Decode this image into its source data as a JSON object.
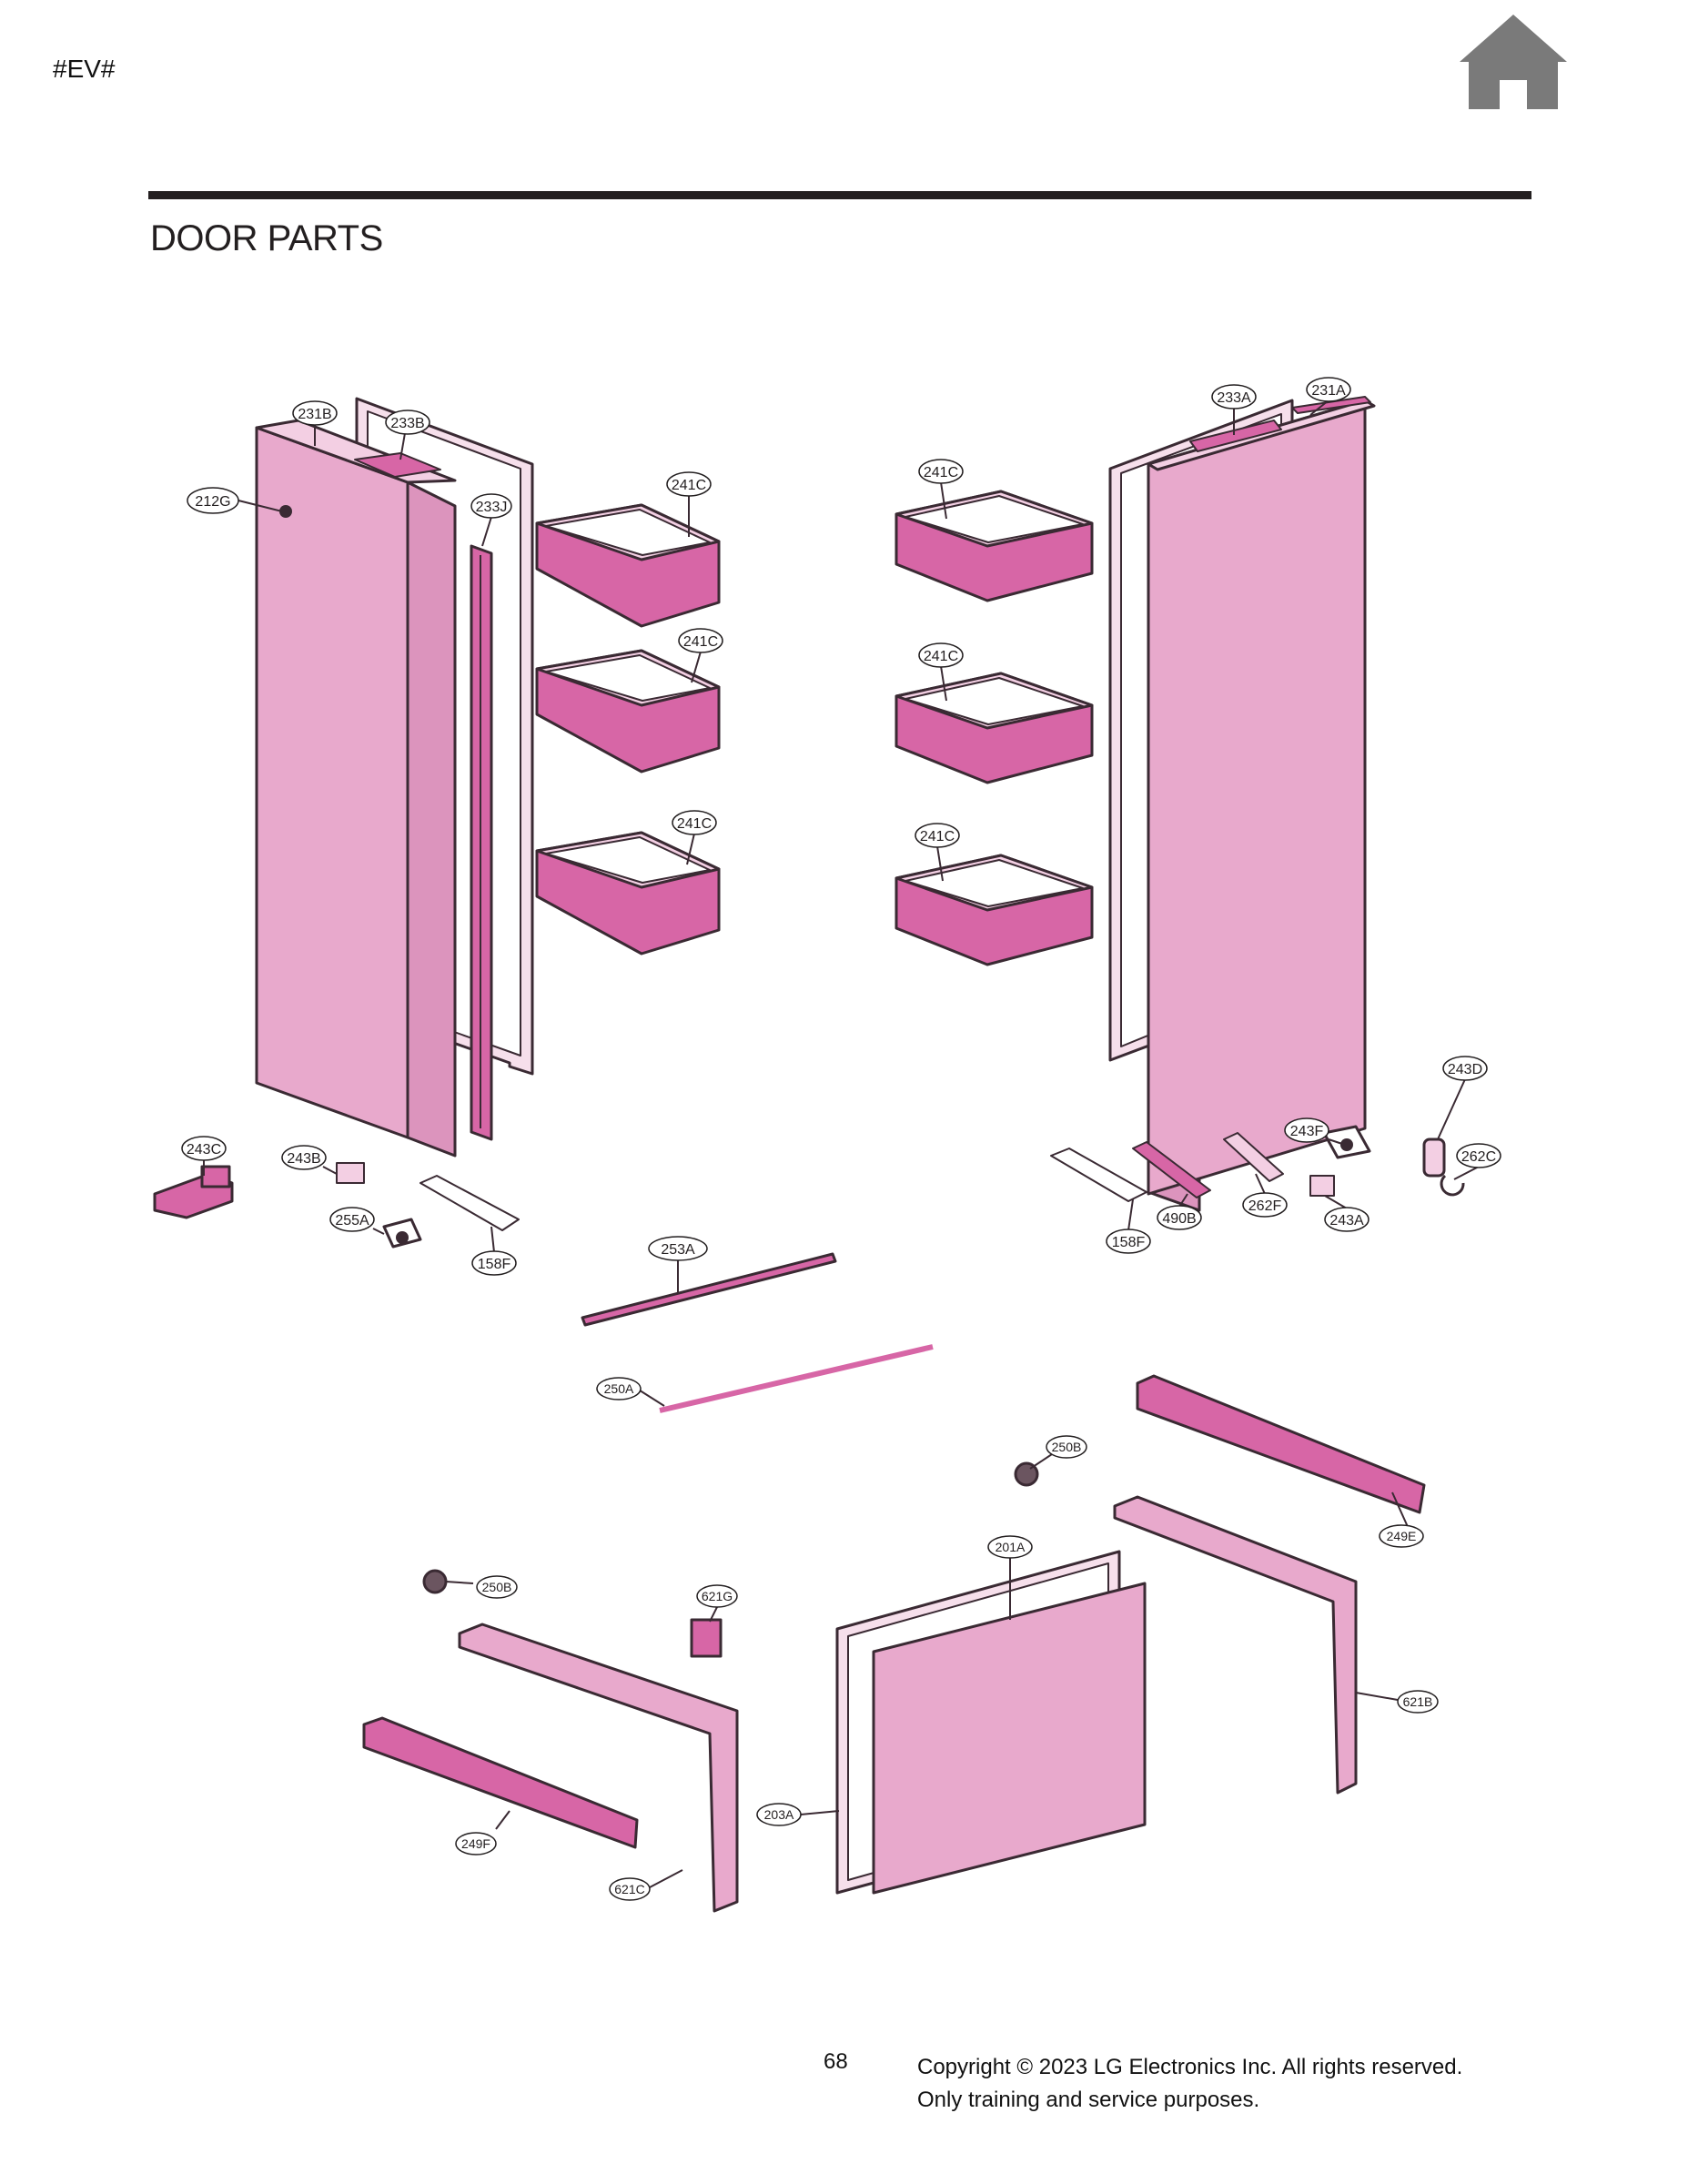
{
  "header": {
    "tag": "#EV#",
    "home_icon": "home-icon",
    "title": "DOOR PARTS"
  },
  "colors": {
    "part_fill": "#e8a9cc",
    "part_dark": "#d766a6",
    "part_light": "#f3cfe3",
    "outline": "#3a2a33",
    "rule": "#231f20",
    "home_icon": "#7a7a7a"
  },
  "parts": {
    "p231B_top": "231B",
    "p233B": "233B",
    "p212G": "212G",
    "p233J": "233J",
    "p241C_1": "241C",
    "p241C_2": "241C",
    "p241C_3": "241C",
    "p241C_4": "241C",
    "p241C_5": "241C",
    "p241C_6": "241C",
    "p233A": "233A",
    "p231A": "231A",
    "p243D": "243D",
    "p243C": "243C",
    "p243B": "243B",
    "p255A": "255A",
    "p158F_left": "158F",
    "p243F": "243F",
    "p262C": "262C",
    "p262F": "262F",
    "p490B": "490B",
    "p158F_right": "158F",
    "p243A": "243A",
    "p253A": "253A",
    "p250A": "250A",
    "p250B_right": "250B",
    "p249E": "249E",
    "p201A": "201A",
    "p250B_left": "250B",
    "p621G": "621G",
    "p621B": "621B",
    "p203A": "203A",
    "p249F": "249F",
    "p621C": "621C"
  },
  "footer": {
    "page_number": "68",
    "copyright": "Copyright © 2023 LG Electronics Inc. All rights reserved.",
    "usage": "Only training and service purposes."
  }
}
